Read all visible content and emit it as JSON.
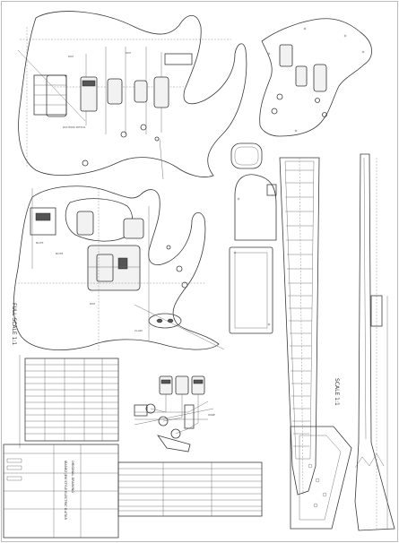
{
  "side_title": "FULL SCALE 1:1",
  "scale_label": "SCALE 1:1",
  "title_block": {
    "line1": "IBANEZ JEM STYLE ELECTRIC GUITAR",
    "line2": "ORIGINAL DRAWING"
  },
  "colors": {
    "line": "#3a3a3a",
    "paper": "#ffffff",
    "fill": "#f2f2f2"
  }
}
